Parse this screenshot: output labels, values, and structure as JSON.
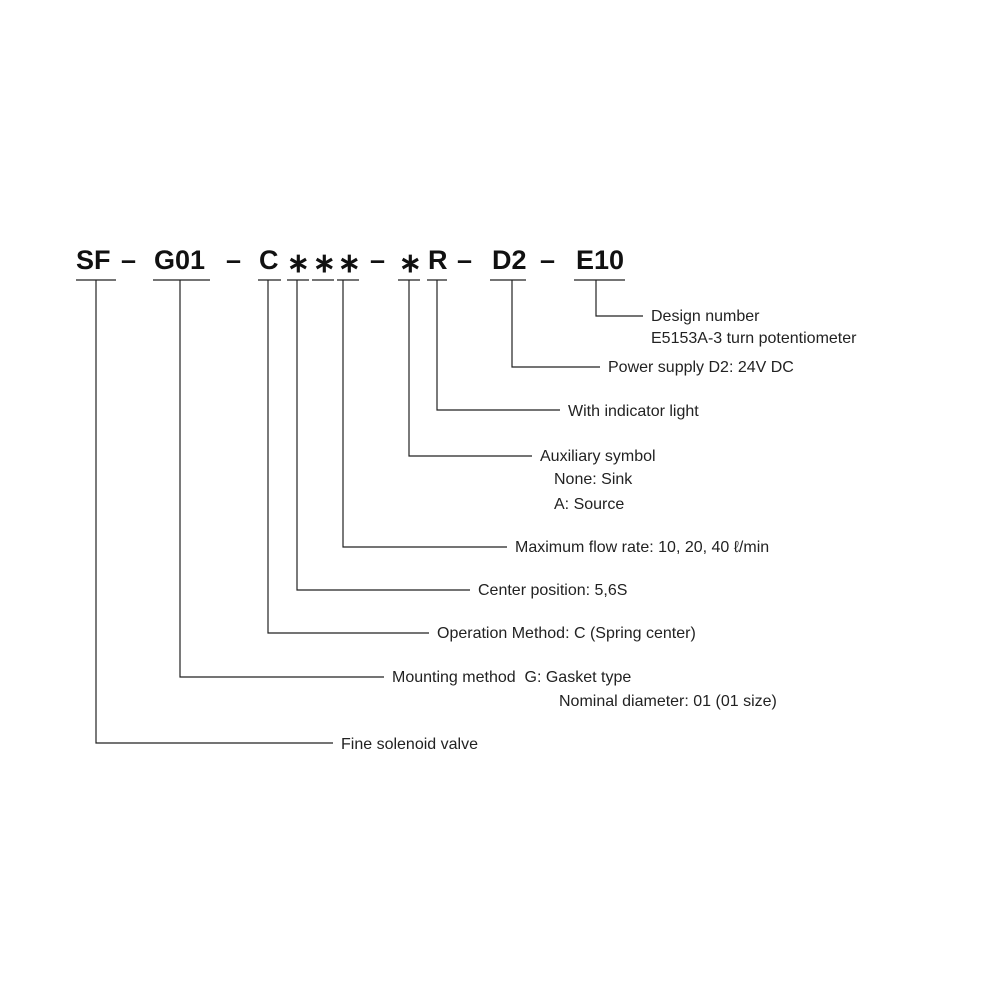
{
  "model_code": {
    "segments": [
      "SF",
      "–",
      "G01",
      "–",
      "C",
      "∗",
      "∗",
      "∗",
      "–",
      "∗",
      "R",
      "–",
      "D2",
      "–",
      "E10"
    ]
  },
  "callouts": [
    {
      "lines": [
        "Design number",
        "E5153A-3 turn potentiometer"
      ]
    },
    {
      "lines": [
        "Power supply  D2: 24V DC"
      ]
    },
    {
      "lines": [
        "With indicator light"
      ]
    },
    {
      "lines": [
        "Auxiliary symbol",
        "None: Sink",
        "A: Source"
      ]
    },
    {
      "lines": [
        "Maximum flow rate: 10, 20, 40 ℓ/min"
      ]
    },
    {
      "lines": [
        "Center position: 5,6S"
      ]
    },
    {
      "lines": [
        "Operation Method: C (Spring center)"
      ]
    },
    {
      "lines": [
        "Mounting method  G: Gasket type",
        "Nominal diameter: 01 (01 size)"
      ]
    },
    {
      "lines": [
        "Fine solenoid valve"
      ]
    }
  ]
}
